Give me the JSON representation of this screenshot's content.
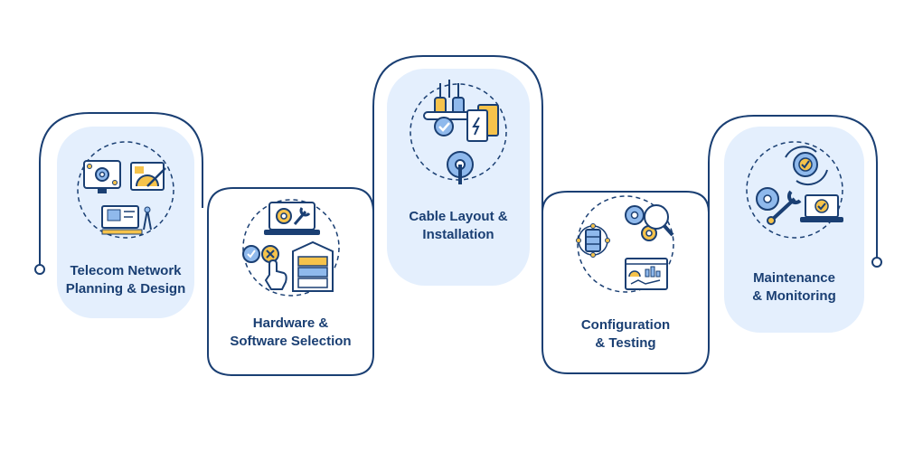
{
  "colors": {
    "navy": "#1a3f73",
    "card_fill": "#e4effd",
    "accent_yellow": "#f6c34b",
    "accent_blue": "#8fb9ec",
    "background": "#ffffff"
  },
  "steps": [
    {
      "id": "telecom-network-planning",
      "title": "Telecom Network\nPlanning & Design",
      "icon": "network-blueprint-icon"
    },
    {
      "id": "hardware-software-selection",
      "title": "Hardware &\nSoftware  Selection",
      "icon": "laptop-server-selection-icon"
    },
    {
      "id": "cable-layout-installation",
      "title": "Cable Layout &\nInstallation",
      "icon": "cable-plug-power-icon"
    },
    {
      "id": "configuration-testing",
      "title": "Configuration\n& Testing",
      "icon": "server-gear-dashboard-icon"
    },
    {
      "id": "maintenance-monitoring",
      "title": "Maintenance\n& Monitoring",
      "icon": "wrench-gear-laptop-icon"
    }
  ]
}
